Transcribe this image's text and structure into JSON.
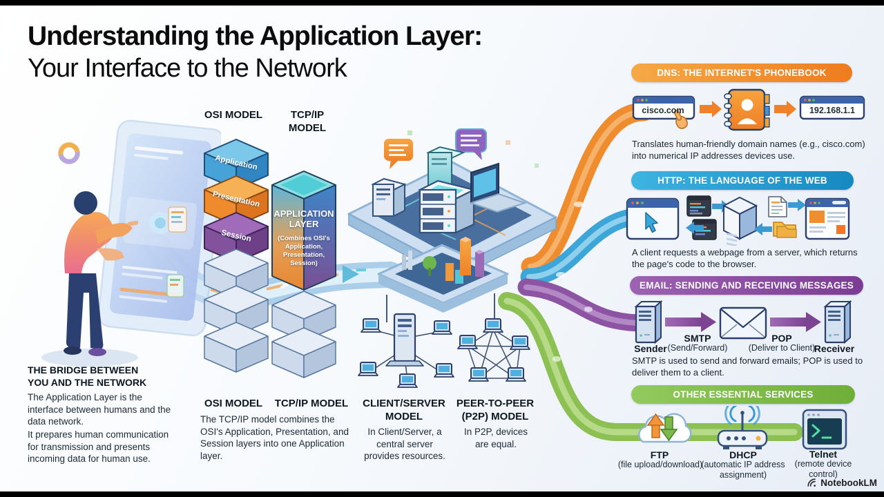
{
  "title": {
    "line1": "Understanding the Application Layer:",
    "line2": "Your Interface to the Network"
  },
  "bridge": {
    "heading": "THE BRIDGE BETWEEN YOU AND THE NETWORK",
    "para1": "The Application Layer is the interface between humans and the data network.",
    "para2": "It prepares human communication for transmission and presents incoming data for human use."
  },
  "stacks": {
    "osi_heading": "OSI MODEL",
    "tcpip_heading": "TCP/IP MODEL",
    "osi_layers": [
      "Application",
      "Presentation",
      "Session"
    ],
    "tcpip_box_title": "APPLICATION LAYER",
    "tcpip_box_subtitle": "(Combines OSI's Application, Presentation, Session)"
  },
  "bottom_captions": {
    "osi_heading": "OSI MODEL",
    "tcpip_heading": "TCP/IP MODEL",
    "combined_text": "The TCP/IP model combines the OSI's Application, Presentation, and Session layers into one Application layer.",
    "client_server_heading": "CLIENT/SERVER MODEL",
    "client_server_text": "In Client/Server, a central server provides resources.",
    "p2p_heading": "PEER-TO-PEER (P2P) MODEL",
    "p2p_text": "In P2P, devices are equal."
  },
  "dns": {
    "banner": "DNS: THE INTERNET'S PHONEBOOK",
    "domain": "cisco.com",
    "ip": "192.168.1.1",
    "caption": "Translates human-friendly domain names (e.g., cisco.com) into numerical IP addresses devices use.",
    "color": "#ee7c1f"
  },
  "http": {
    "banner": "HTTP: THE LANGUAGE OF THE WEB",
    "caption": "A client requests a webpage from a server, which returns the page's code to the browser.",
    "color": "#1789c2"
  },
  "email": {
    "banner": "EMAIL: SENDING AND RECEIVING MESSAGES",
    "sender_label": "Sender",
    "smtp_label": "SMTP",
    "smtp_sub": "(Send/Forward)",
    "pop_label": "POP",
    "pop_sub": "(Deliver to Client)",
    "receiver_label": "Receiver",
    "caption": "SMTP is used to send and forward emails; POP is used to deliver them to a client.",
    "color": "#7c3c94"
  },
  "services": {
    "banner": "OTHER ESSENTIAL SERVICES",
    "color": "#6fae38",
    "items": [
      {
        "name": "FTP",
        "sub": "(file upload/download)"
      },
      {
        "name": "DHCP",
        "sub": "(automatic IP address assignment)"
      },
      {
        "name": "Telnet",
        "sub": "(remote device control)"
      }
    ]
  },
  "footer": {
    "brand": "NotebookLM"
  }
}
